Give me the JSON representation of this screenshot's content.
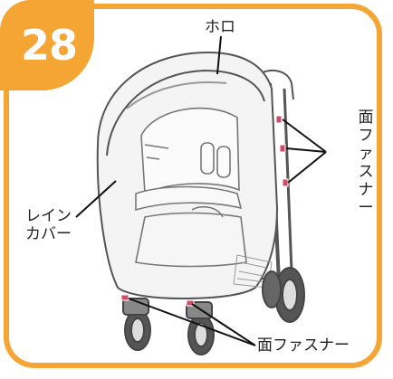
{
  "step_number": "28",
  "labels": {
    "hood": "ホロ",
    "rain_cover_line1": "レイン",
    "rain_cover_line2": "カバー",
    "side_fastener": "面ファスナー",
    "bottom_fastener": "面ファスナー"
  },
  "colors": {
    "accent": "#f4a533",
    "line": "#333333",
    "fastener": "#d24a66"
  }
}
